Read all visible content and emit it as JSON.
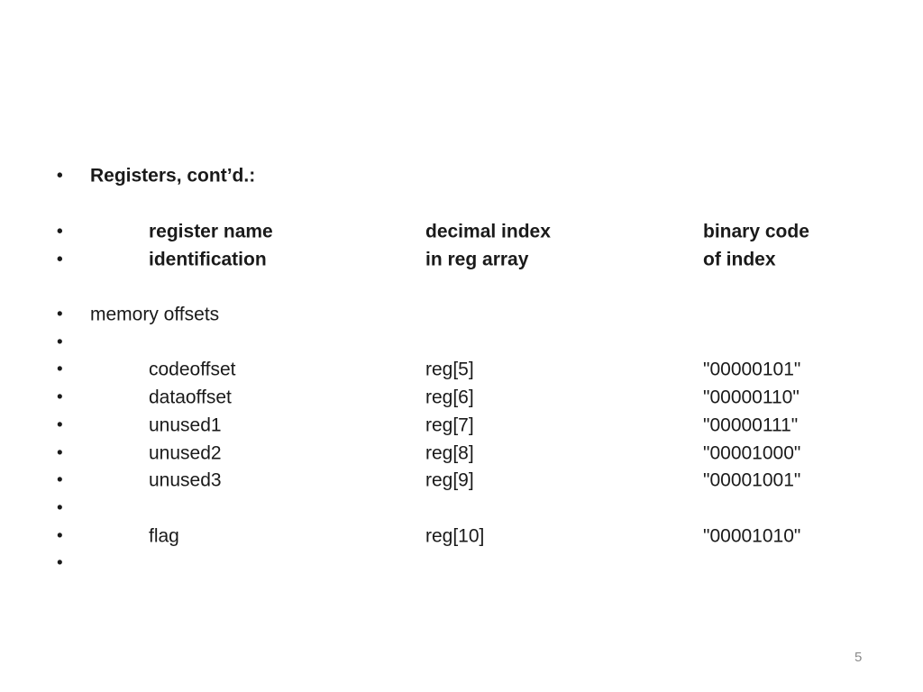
{
  "slide": {
    "background_color": "#ffffff",
    "text_color": "#1a1a1a",
    "page_number_color": "#8a8a8a",
    "bullet_glyph": "•",
    "page_number": "5",
    "rows": [
      {
        "bullet": true,
        "bold": true,
        "indent": 0,
        "col1": "Registers, cont’d.:",
        "col2": "",
        "col3": ""
      },
      {
        "bullet": false,
        "bold": false,
        "indent": 0,
        "col1": "",
        "col2": "",
        "col3": ""
      },
      {
        "bullet": true,
        "bold": true,
        "indent": 1,
        "col1": "register name",
        "col2": "decimal index",
        "col3": "binary code"
      },
      {
        "bullet": true,
        "bold": true,
        "indent": 1,
        "col1": "identification",
        "col2": "in reg array",
        "col3": "of index"
      },
      {
        "bullet": false,
        "bold": false,
        "indent": 0,
        "col1": "",
        "col2": "",
        "col3": ""
      },
      {
        "bullet": true,
        "bold": false,
        "indent": 0,
        "col1": "memory offsets",
        "col2": "",
        "col3": ""
      },
      {
        "bullet": true,
        "bold": false,
        "indent": 0,
        "col1": "",
        "col2": "",
        "col3": ""
      },
      {
        "bullet": true,
        "bold": false,
        "indent": 1,
        "col1": "codeoffset",
        "col2": "reg[5]",
        "col3": "\"00000101\""
      },
      {
        "bullet": true,
        "bold": false,
        "indent": 1,
        "col1": "dataoffset",
        "col2": "reg[6]",
        "col3": "\"00000110\""
      },
      {
        "bullet": true,
        "bold": false,
        "indent": 1,
        "col1": "unused1",
        "col2": "reg[7]",
        "col3": "\"00000111\""
      },
      {
        "bullet": true,
        "bold": false,
        "indent": 1,
        "col1": "unused2",
        "col2": "reg[8]",
        "col3": "\"00001000\""
      },
      {
        "bullet": true,
        "bold": false,
        "indent": 1,
        "col1": "unused3",
        "col2": "reg[9]",
        "col3": "\"00001001\""
      },
      {
        "bullet": true,
        "bold": false,
        "indent": 0,
        "col1": "",
        "col2": "",
        "col3": ""
      },
      {
        "bullet": true,
        "bold": false,
        "indent": 1,
        "col1": "flag",
        "col2": "reg[10]",
        "col3": "\"00001010\""
      },
      {
        "bullet": true,
        "bold": false,
        "indent": 0,
        "col1": "",
        "col2": "",
        "col3": ""
      }
    ]
  }
}
